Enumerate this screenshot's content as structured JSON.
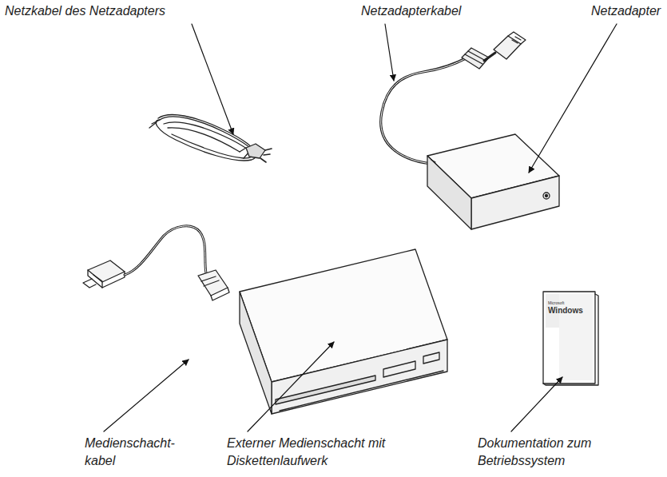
{
  "diagram": {
    "labels": [
      "Netzkabel des Netzadapters",
      "Netzadapterkabel",
      "Netzadapter",
      "Medienschacht- kabel",
      "Externer Medienschacht mit Diskettenlaufwerk",
      "Dokumentation zum Betriebssystem",
      "Microsoft",
      "Windows"
    ]
  }
}
